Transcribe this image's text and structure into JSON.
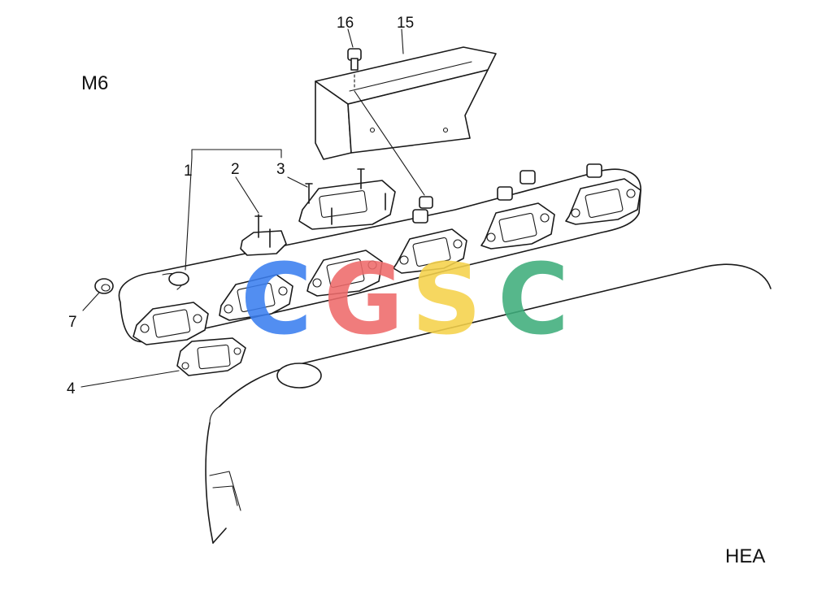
{
  "diagram": {
    "corner_labels": {
      "top_left": "M6",
      "bottom_right": "HEA"
    },
    "callouts": [
      {
        "id": "c1",
        "label": "1"
      },
      {
        "id": "c2",
        "label": "2"
      },
      {
        "id": "c3",
        "label": "3"
      },
      {
        "id": "c4",
        "label": "4"
      },
      {
        "id": "c7",
        "label": "7"
      },
      {
        "id": "c15",
        "label": "15"
      },
      {
        "id": "c16",
        "label": "16"
      }
    ],
    "watermark": {
      "letters": [
        "C",
        "G",
        "S",
        "C"
      ],
      "colors": [
        "#3b7ff0",
        "#ef6b6b",
        "#f5d24b",
        "#3fae7c"
      ]
    }
  }
}
